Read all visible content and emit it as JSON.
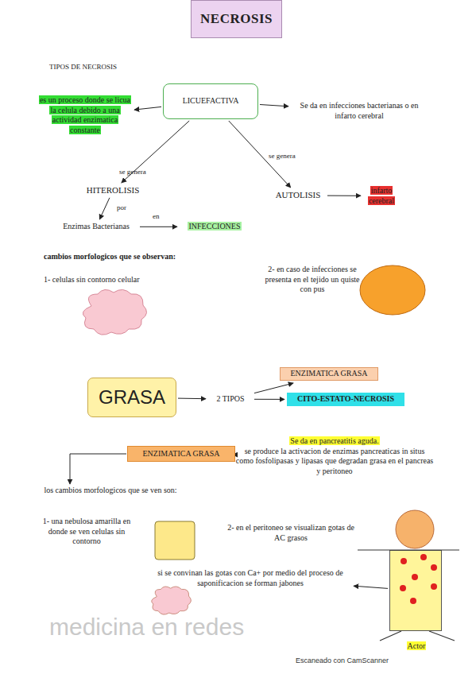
{
  "diagram": {
    "title": "NECROSIS",
    "nodes": [
      {
        "text": [
          "LICUEFACTIVA"
        ]
      },
      {
        "text": [
          "es un proceso donde se licua la celula debido a una actividad enzimatica constante"
        ]
      },
      {
        "text": [
          "Se da en infecciones bacterianas o en infarto cerebral"
        ]
      },
      {
        "text": [
          "HITEROLISIS"
        ]
      },
      {
        "text": [
          "AUTOLISIS"
        ]
      },
      {
        "text": [
          "infarto cerebral"
        ]
      },
      {
        "text": [
          "Enzimas Bacterianas"
        ]
      },
      {
        "text": [
          "INFECCIONES"
        ]
      },
      {
        "text": [
          "GRASA"
        ]
      },
      {
        "text": [
          "2 TIPOS"
        ]
      },
      {
        "text": [
          "ENZIMATICA GRASA"
        ]
      },
      {
        "text": [
          "CITO-ESTATO-NECROSIS"
        ]
      },
      {
        "text": [
          "ENZIMATICA GRASA"
        ]
      },
      {
        "text": [
          "Se da en pancreatitis aguda.",
          "se produce la activacion de enzimas pancreaticas in situs como fosfolipasas y lipasas que degradan grasa en el pancreas y peritoneo"
        ]
      },
      {
        "text": [
          "los cambios morfologicos que se ven son:"
        ]
      },
      {
        "text": [
          "si se convinan las gotas con Ca+ por medio del proceso de saponificacion se forman jabones"
        ]
      },
      {
        "text": [
          "Actor"
        ]
      }
    ],
    "edges": [
      {
        "from": 0,
        "to": 1,
        "arrow": "to"
      },
      {
        "from": 0,
        "to": 2,
        "arrow": "to"
      },
      {
        "from": 0,
        "to": 3,
        "label": "se genera",
        "arrow": "to"
      },
      {
        "from": 0,
        "to": 4,
        "label": "se genera",
        "arrow": "to"
      },
      {
        "from": 4,
        "to": 5,
        "arrow": "to"
      },
      {
        "from": 3,
        "to": 6,
        "label": "por",
        "arrow": "to"
      },
      {
        "from": 6,
        "to": 7,
        "label": "en",
        "arrow": "to"
      },
      {
        "from": 8,
        "to": 9,
        "arrow": "to"
      },
      {
        "from": 9,
        "to": 10,
        "arrow": "to"
      },
      {
        "from": 9,
        "to": 11,
        "arrow": "to"
      },
      {
        "from": 12,
        "to": 14,
        "arrow": "to"
      },
      {
        "from": 12,
        "to": 13,
        "arrow": "to"
      },
      {
        "from": 16,
        "to": 15,
        "arrow": "to"
      }
    ],
    "labels": [
      "TIPOS DE NECROSIS",
      "cambios morfologicos que se observan:",
      "1- celulas sin contorno celular",
      "2- en caso de infecciones se presenta en el tejido un quiste con pus",
      "1- una nebulosa amarilla en donde se ven celulas sin contorno",
      "2- en el peritoneo se visualizan gotas de AC grasos",
      "medicina en redes",
      "Escaneado con CamScanner"
    ]
  }
}
